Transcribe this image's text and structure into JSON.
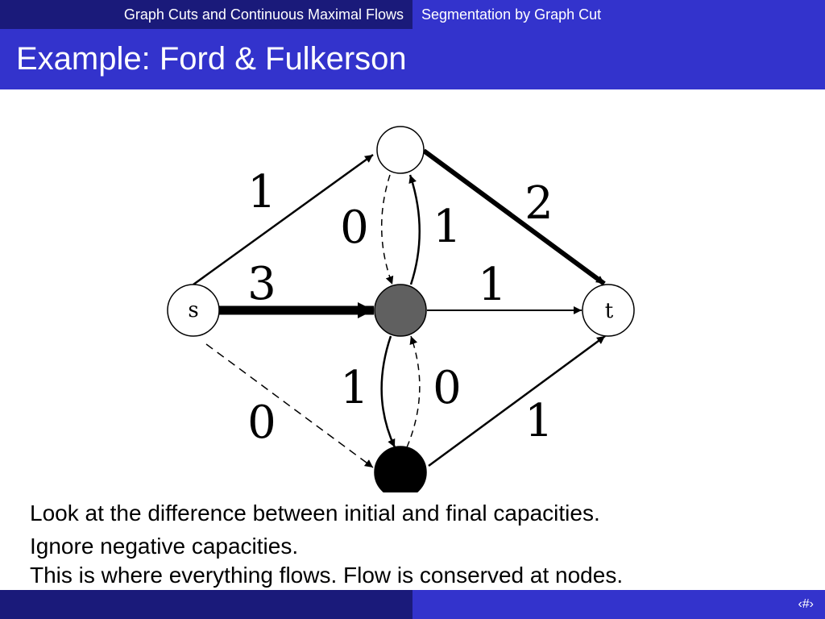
{
  "header": {
    "section_left": "Graph Cuts and Continuous Maximal Flows",
    "section_right": "Segmentation by Graph Cut"
  },
  "title": "Example: Ford & Fulkerson",
  "diagram": {
    "nodes": {
      "source_label": "s",
      "sink_label": "t"
    },
    "edge_labels": {
      "s_top": "1",
      "s_center": "3",
      "s_bottom": "0",
      "top_t": "2",
      "center_t": "1",
      "bottom_t": "1",
      "top_center_dashed": "0",
      "center_top_solid": "1",
      "center_bottom_solid": "1",
      "bottom_center_dashed": "0"
    }
  },
  "body_lines": [
    "Look at the difference between initial and final capacities.",
    "Ignore negative capacities.",
    "This is where everything flows. Flow is conserved at nodes."
  ],
  "footer": {
    "page_number": "‹#›"
  },
  "colors": {
    "dark_blue": "#1a1a7a",
    "accent_blue": "#3333cc",
    "center_node": "#606060",
    "bottom_node": "#000000"
  }
}
